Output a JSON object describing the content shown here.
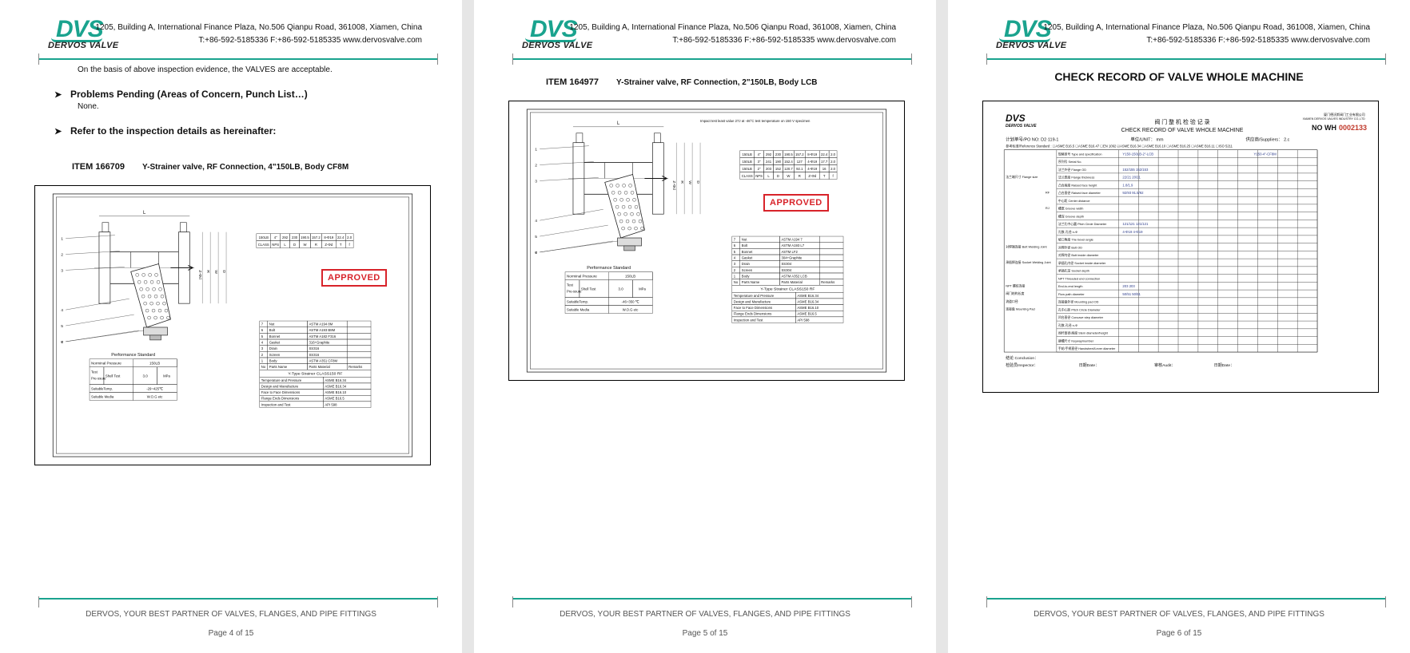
{
  "header": {
    "logo_mark": "DVS",
    "logo_text": "DERVOS VALVE",
    "address": "1205, Building A, International Finance Plaza, No.506 Qianpu Road, 361008, Xiamen, China",
    "contact": "T:+86-592-5185336   F:+86-592-5185335   www.dervosvalve.com"
  },
  "footer": {
    "slogan": "DERVOS, YOUR BEST PARTNER OF VALVES, FLANGES, AND PIPE FITTINGS"
  },
  "pages": [
    {
      "basis": "On the basis of above inspection evidence, the VALVES are acceptable.",
      "problems_heading": "Problems Pending (Areas of Concern, Punch List…)",
      "problems_body": "None.",
      "refer_heading": "Refer to the inspection details as hereinafter:",
      "item_no": "ITEM 166709",
      "item_desc": "Y-Strainer valve, RF Connection, 4\"150LB, Body CF8M",
      "stamp": "APPROVED",
      "page_number": "Page 4 of 15",
      "drawing": {
        "dim_rows": [
          [
            "150LB",
            "4\"",
            "292",
            "230",
            "190.5",
            "157.2",
            "8-Φ19",
            "22.4",
            "2.0"
          ],
          [
            "CLASS",
            "NPS",
            "L",
            "D",
            "W",
            "R",
            "Z-Φd",
            "T",
            "f"
          ]
        ],
        "parts": [
          [
            "7",
            "Nut",
            "ASTM A194 8M",
            ""
          ],
          [
            "6",
            "Bolt",
            "ASTM A193 B8M",
            ""
          ],
          [
            "5",
            "Bonnet",
            "ASTM A182 F316",
            ""
          ],
          [
            "4",
            "Gasket",
            "316+Graphite",
            ""
          ],
          [
            "3",
            "Drain",
            "SS316",
            ""
          ],
          [
            "2",
            "Screen",
            "SS316",
            ""
          ],
          [
            "1",
            "Body",
            "ASTM A351 CF8M",
            ""
          ],
          [
            "No",
            "Parts Name",
            "Parts Material",
            "Remarks"
          ]
        ],
        "std_title": "Y-Type Strainer   CLASS150   RF",
        "standards": [
          [
            "Temperature and Pressure",
            "ASME B16.34"
          ],
          [
            "Design and Manufacture",
            "ASME B16.34"
          ],
          [
            "Face to Face Dimensions",
            "ASME B16.10"
          ],
          [
            "Flange Ends Dimensions",
            "ASME B16.5"
          ],
          [
            "Inspection and Test",
            "API 598"
          ]
        ],
        "perf_title": "Performance Standard",
        "perf": {
          "nominal_label": "Norminal Pressure",
          "nominal": "150LB",
          "test_label": "Test Pre-ssure",
          "shell_label": "Shell Test",
          "shell": "3.0",
          "unit": "MPa",
          "temp_label": "SuitableTemp.",
          "temp": "-29~425℃",
          "media_label": "Suitable Media",
          "media": "W.O.G etc"
        },
        "dim_letters": [
          "L",
          "Z-Φd",
          "R",
          "W",
          "D",
          "T",
          "f"
        ],
        "callouts": [
          "1",
          "2",
          "3",
          "4",
          "5",
          "6",
          "7"
        ]
      }
    },
    {
      "item_no": "ITEM 164977",
      "item_desc": "Y-Strainer valve, RF Connection, 2\"150LB, Body LCB",
      "stamp": "APPROVED",
      "page_number": "Page 5 of 15",
      "impact_note": "Impact test least value  27J at -46°C test temperature on 150 V specimen",
      "drawing": {
        "dim_rows": [
          [
            "150LB",
            "4\"",
            "292",
            "230",
            "190.5",
            "157.2",
            "8-Φ19",
            "22.4",
            "2.0"
          ],
          [
            "150LB",
            "3\"",
            "241",
            "190",
            "152.4",
            "127",
            "4-Φ19",
            "17.7",
            "2.0"
          ],
          [
            "150LB",
            "2\"",
            "203",
            "152",
            "120.7",
            "92.1",
            "4-Φ19",
            "16",
            "2.0"
          ],
          [
            "CLASS",
            "NPS",
            "L",
            "D",
            "W",
            "R",
            "Z-Φd",
            "T",
            "f"
          ]
        ],
        "parts": [
          [
            "7",
            "Nut",
            "ASTM A194 7",
            ""
          ],
          [
            "6",
            "Bolt",
            "ASTM A193 L7",
            ""
          ],
          [
            "5",
            "Bonnet",
            "ASTM LF2",
            ""
          ],
          [
            "4",
            "Gasket",
            "304+Graphite",
            ""
          ],
          [
            "3",
            "Drain",
            "SS304",
            ""
          ],
          [
            "2",
            "Screen",
            "SS304",
            ""
          ],
          [
            "1",
            "Body",
            "ASTM A352 LCB",
            ""
          ],
          [
            "No",
            "Parts Name",
            "Parts Material",
            "Remarks"
          ]
        ],
        "std_title": "Y-Type Strainer   CLASS150   RF",
        "standards": [
          [
            "Temperature and Pressure",
            "ASME B16.34"
          ],
          [
            "Design and Manufacture",
            "ASME B16.34"
          ],
          [
            "Face to Face Dimensions",
            "ASME B16.10"
          ],
          [
            "Flange Ends Dimensions",
            "ASME B16.5"
          ],
          [
            "Inspection and Test",
            "API 598"
          ]
        ],
        "perf_title": "Performance Standard",
        "perf": {
          "nominal_label": "Norminal Pressure",
          "nominal": "150LB",
          "test_label": "Test Pre-ssure",
          "shell_label": "Shell Test",
          "shell": "3.0",
          "unit": "MPa",
          "temp_label": "SuitableTemp.",
          "temp": "-46~350 ℃",
          "media_label": "Suitable Media",
          "media": "W.O.G etc"
        },
        "dim_letters": [
          "L",
          "Z-Φd",
          "R",
          "W",
          "D",
          "T",
          "f"
        ],
        "callouts": [
          "1",
          "2",
          "3",
          "4",
          "5",
          "6",
          "7"
        ]
      }
    },
    {
      "title": "CHECK RECORD OF VALVE WHOLE MACHINE",
      "page_number": "Page 6 of 15",
      "record": {
        "logo": "DVS",
        "logo_sub": "DERVOS VALVE",
        "company_cn": "厦门德沃斯阀门工业有限公司",
        "company_en": "XIAMEN DERVOS VALVES INDUSTRY CO.,LTD",
        "title_cn": "阀 门 整 机 检 验 记 录",
        "title_en": "CHECK RECORD OF VALVE  WHOLE MACHINE",
        "no_label": "NO  WH",
        "no_value": "0002133",
        "po_label": "计划单号/PO NO:",
        "po_value": "D2·119-1",
        "unit_label": "单位/UNIT：",
        "unit_value": "mm",
        "supplier_label": "供应商/Suppliers：",
        "supplier_value": "2.c",
        "ref_std": "参考标准/Reference Standard :  ☐ASME B16.5   ☐ASME B16.47    ☐EN 1092   ☑ASME B16.34   ☐ASME B16.10   ☐ASME B16.25   ☐ASME B16.11   ☐ISO 5211",
        "rows": [
          {
            "group": "",
            "sub": "",
            "label": "规格型号  Type and specification"
          },
          {
            "group": "",
            "sub": "",
            "label": "序列号  Serial No."
          },
          {
            "group": "法兰端尺寸 Flange size",
            "sub": "",
            "label": "法兰外径  Flange OD"
          },
          {
            "group": "",
            "sub": "",
            "label": "法兰厚度  Flange thickness"
          },
          {
            "group": "",
            "sub": "RF",
            "label": "凸台高度  Raised face height"
          },
          {
            "group": "",
            "sub": "",
            "label": "凸台直径  Raised face diameter"
          },
          {
            "group": "",
            "sub": "RJ",
            "label": "中心距  Center distance"
          },
          {
            "group": "",
            "sub": "",
            "label": "槽宽  Groove width"
          },
          {
            "group": "",
            "sub": "",
            "label": "槽深  Groove depth"
          },
          {
            "group": "",
            "sub": "",
            "label": "法兰孔中心圆  Pitch Circle Diameter"
          },
          {
            "group": "",
            "sub": "",
            "label": "孔数-孔径  n-Φ"
          },
          {
            "group": "对焊端连接 Butt Welding Joint",
            "sub": "",
            "label": "坡口角度  The bevel angle"
          },
          {
            "group": "",
            "sub": "",
            "label": "对焊外径  Butt OD"
          },
          {
            "group": "承插焊连接 Socket Welding Joint",
            "sub": "",
            "label": "对焊内径  Butt inside diameter"
          },
          {
            "group": "",
            "sub": "",
            "label": "承插孔内径  Socket inside diameter"
          },
          {
            "group": "",
            "sub": "",
            "label": "承插孔深  Socket depth"
          },
          {
            "group": "NPT 螺纹连接",
            "sub": "",
            "label": "NPT  Threaded end connection"
          },
          {
            "group": "阀门结构长度",
            "sub": "",
            "label": "End-to-end length"
          },
          {
            "group": "流道口径",
            "sub": "",
            "label": "Flow path diameter"
          },
          {
            "group": "连接盘 Mounting Pad",
            "sub": "",
            "label": "连接盘外径  Mounting pad OD"
          },
          {
            "group": "",
            "sub": "",
            "label": "孔中心距  Pitch Circle Diameter"
          },
          {
            "group": "",
            "sub": "",
            "label": "凹台直径  Concave step diameter"
          },
          {
            "group": "",
            "sub": "",
            "label": "孔数-孔径  n-Φ"
          },
          {
            "group": "",
            "sub": "",
            "label": "阀杆直径/高度  Stem diameter/height"
          },
          {
            "group": "",
            "sub": "",
            "label": "键槽尺寸  Keyway/number"
          },
          {
            "group": "",
            "sub": "",
            "label": "手轮/手柄直径  Handwheel/Lever diameter"
          }
        ],
        "conclusion_label": "结论 Conclusion：",
        "inspector_label": "检验员Inspector：",
        "date_label": "日期Date：",
        "audit_label": "审核Audit：",
        "date2_label": "日期Date："
      }
    }
  ],
  "colors": {
    "brand": "#1aa38e",
    "stamp": "#d8232a",
    "serial": "#c0392b"
  }
}
